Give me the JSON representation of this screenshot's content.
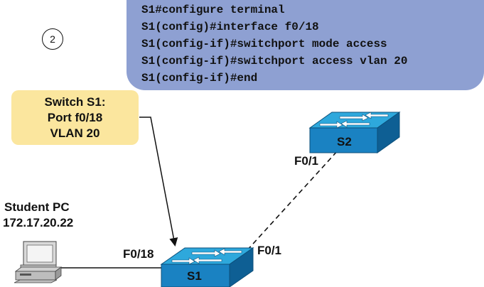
{
  "step": {
    "number": "2"
  },
  "commands": [
    "S1#configure terminal",
    "S1(config)#interface f0/18",
    "S1(config-if)#switchport mode access",
    "S1(config-if)#switchport access vlan 20",
    "S1(config-if)#end"
  ],
  "callout": {
    "line1": "Switch S1:",
    "line2": "Port f0/18",
    "line3": "VLAN 20"
  },
  "devices": {
    "pc": {
      "name": "Student PC",
      "ip": "172.17.20.22"
    },
    "s1": {
      "name": "S1"
    },
    "s2": {
      "name": "S2"
    }
  },
  "ports": {
    "s1_pc": "F0/18",
    "s1_uplink": "F0/1",
    "s2_uplink": "F0/1"
  },
  "colors": {
    "command_box": "#8ea0d2",
    "callout": "#fbe69e",
    "switch_top": "#2ea8dc",
    "switch_front": "#1a82c2",
    "switch_side": "#0e5f94"
  }
}
